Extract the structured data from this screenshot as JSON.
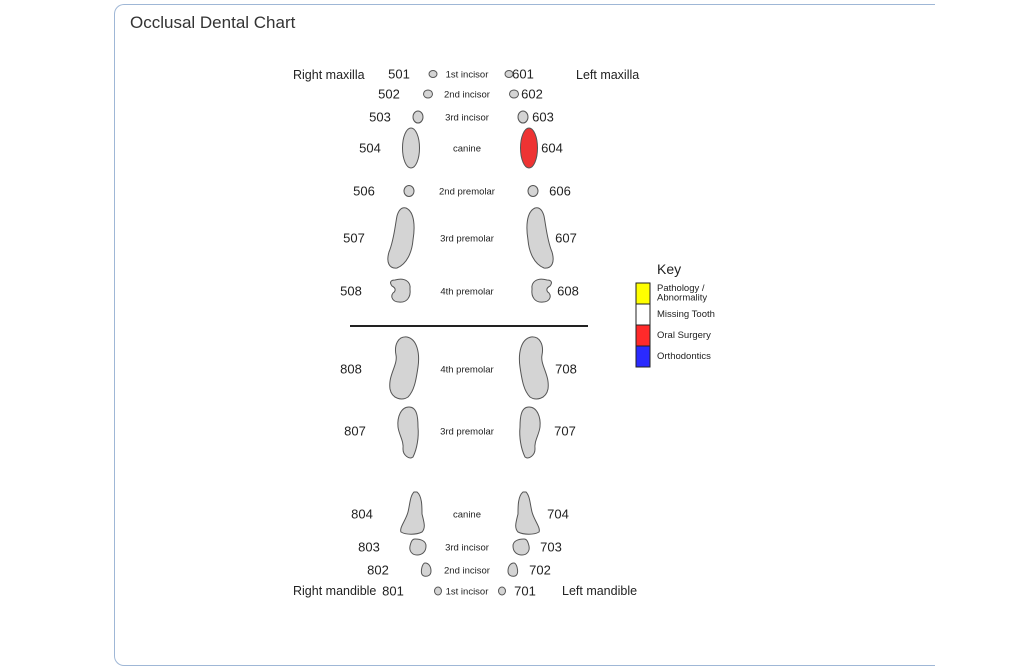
{
  "title": "Occlusal Dental Chart",
  "quadrants": {
    "right_maxilla": "Right maxilla",
    "left_maxilla": "Left maxilla",
    "right_mandible": "Right mandible",
    "left_mandible": "Left mandible"
  },
  "rows": [
    {
      "name": "1st incisor",
      "left_num": "501",
      "right_num": "601",
      "left_state": "normal",
      "right_state": "normal"
    },
    {
      "name": "2nd incisor",
      "left_num": "502",
      "right_num": "602",
      "left_state": "normal",
      "right_state": "normal"
    },
    {
      "name": "3rd incisor",
      "left_num": "503",
      "right_num": "603",
      "left_state": "normal",
      "right_state": "normal"
    },
    {
      "name": "canine",
      "left_num": "504",
      "right_num": "604",
      "left_state": "normal",
      "right_state": "oral_surgery"
    },
    {
      "name": "2nd premolar",
      "left_num": "506",
      "right_num": "606",
      "left_state": "normal",
      "right_state": "normal"
    },
    {
      "name": "3rd premolar",
      "left_num": "507",
      "right_num": "607",
      "left_state": "normal",
      "right_state": "normal"
    },
    {
      "name": "4th premolar",
      "left_num": "508",
      "right_num": "608",
      "left_state": "normal",
      "right_state": "normal"
    },
    {
      "name": "4th premolar",
      "left_num": "808",
      "right_num": "708",
      "left_state": "normal",
      "right_state": "normal"
    },
    {
      "name": "3rd premolar",
      "left_num": "807",
      "right_num": "707",
      "left_state": "normal",
      "right_state": "normal"
    },
    {
      "name": "canine",
      "left_num": "804",
      "right_num": "704",
      "left_state": "normal",
      "right_state": "normal"
    },
    {
      "name": "3rd incisor",
      "left_num": "803",
      "right_num": "703",
      "left_state": "normal",
      "right_state": "normal"
    },
    {
      "name": "2nd incisor",
      "left_num": "802",
      "right_num": "702",
      "left_state": "normal",
      "right_state": "normal"
    },
    {
      "name": "1st incisor",
      "left_num": "801",
      "right_num": "701",
      "left_state": "normal",
      "right_state": "normal"
    }
  ],
  "key": {
    "title": "Key",
    "items": [
      {
        "label_lines": [
          "Pathology /",
          "Abnormality"
        ],
        "color": "#ffff00"
      },
      {
        "label_lines": [
          "Missing Tooth"
        ],
        "color": "#ffffff"
      },
      {
        "label_lines": [
          "Oral Surgery"
        ],
        "color": "#ff2a2a"
      },
      {
        "label_lines": [
          "Orthodontics"
        ],
        "color": "#2a2aff"
      }
    ]
  },
  "colors": {
    "normal": "#d4d4d4",
    "oral_surgery": "#ee3333",
    "outline": "#555555",
    "divider": "#222222"
  }
}
